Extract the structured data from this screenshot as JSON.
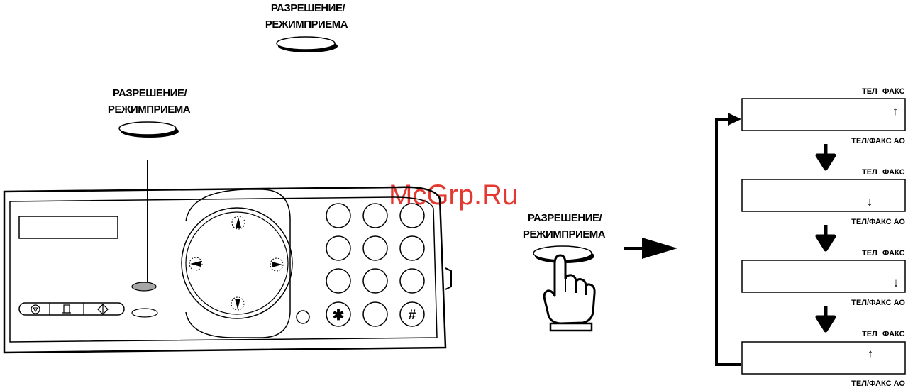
{
  "watermark": "McGrp.Ru",
  "button_label": {
    "line1": "РАЗРЕШЕНИЕ/",
    "line2": "РЕЖИМПРИЕМА"
  },
  "keypad": {
    "star": "✱",
    "hash": "#"
  },
  "screens": [
    {
      "top_labels": [
        "ТЕЛ",
        "ФАКС"
      ],
      "arrow": "↑",
      "bottom_label": "ТЕЛ/ФАКС АО"
    },
    {
      "top_labels": [
        "ТЕЛ",
        "ФАКС"
      ],
      "arrow": "↓",
      "bottom_label": "ТЕЛ/ФАКС АО"
    },
    {
      "top_labels": [
        "ТЕЛ",
        "ФАКС"
      ],
      "arrow": "↓",
      "bottom_label": "ТЕЛ/ФАКС АО"
    },
    {
      "top_labels": [
        "ТЕЛ",
        "ФАКС"
      ],
      "arrow": "↑",
      "bottom_label": "ТЕЛ/ФАКС АО"
    }
  ]
}
